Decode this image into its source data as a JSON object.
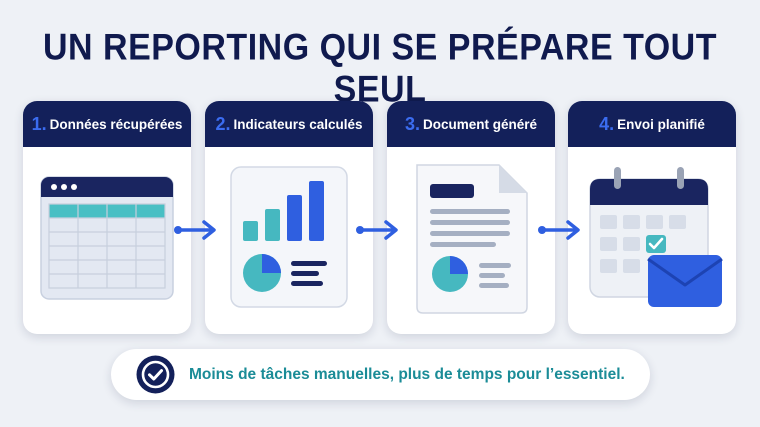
{
  "title": "UN REPORTING QUI SE PRÉPARE TOUT SEUL",
  "steps": [
    {
      "number": "1.",
      "label": "Données récupérées",
      "icon": "spreadsheet-icon"
    },
    {
      "number": "2.",
      "label": "Indicateurs calculés",
      "icon": "chart-icon"
    },
    {
      "number": "3.",
      "label": "Document généré",
      "icon": "document-icon"
    },
    {
      "number": "4.",
      "label": "Envoi planifié",
      "icon": "calendar-mail-icon"
    }
  ],
  "banner": {
    "icon": "check-circle-icon",
    "text": "Moins de tâches manuelles, plus de temps pour l’essentiel."
  },
  "colors": {
    "navy": "#13205a",
    "accent_blue": "#3b6cf0",
    "teal": "#3fb7bf",
    "banner_text": "#1b8c97",
    "background": "#eef1f6"
  }
}
